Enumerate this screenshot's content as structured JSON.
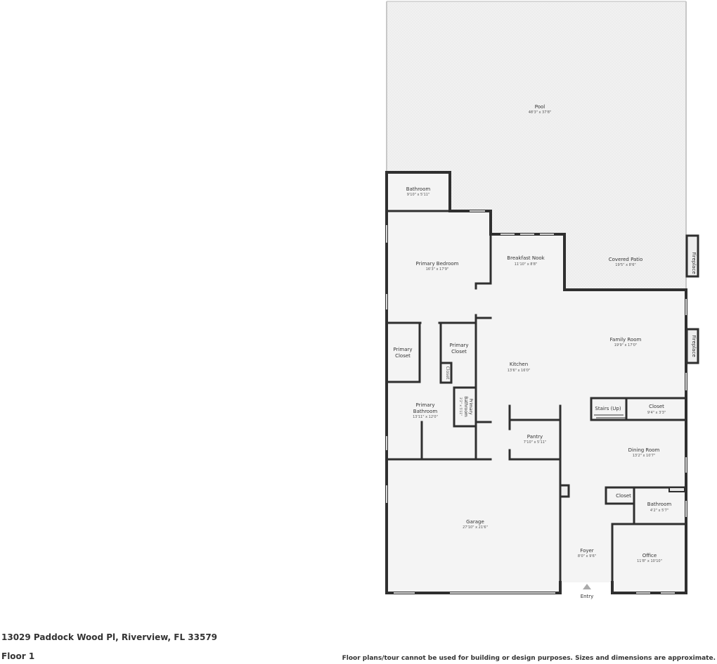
{
  "rooms": {
    "pool": {
      "name": "Pool",
      "dim": "48'3\" x 37'8\""
    },
    "bathroom_top": {
      "name": "Bathroom",
      "dim": "9'10\" x 5'11\""
    },
    "primary_bedroom": {
      "name": "Primary Bedroom",
      "dim": "16'3\" x 17'9\""
    },
    "breakfast_nook": {
      "name": "Breakfast Nook",
      "dim": "11'10\" x 8'8\""
    },
    "covered_patio": {
      "name": "Covered Patio",
      "dim": "19'5\" x 8'6\""
    },
    "fireplace_1": {
      "name": "Fireplace"
    },
    "fireplace_2": {
      "name": "Fireplace"
    },
    "family_room": {
      "name": "Family Room",
      "dim": "19'9\" x 17'0\""
    },
    "kitchen": {
      "name": "Kitchen",
      "dim": "13'6\" x 16'0\""
    },
    "primary_closet_left": {
      "line1": "Primary",
      "line2": "Closet"
    },
    "primary_closet_right": {
      "line1": "Primary",
      "line2": "Closet"
    },
    "closet_small": {
      "name": "Closet"
    },
    "primary_bathroom_small": {
      "line1": "Primary",
      "line2": "Bathroom",
      "dim": "3'2\" x 5'11\""
    },
    "primary_bathroom": {
      "line1": "Primary",
      "line2": "Bathroom",
      "dim": "13'11\" x 12'0\""
    },
    "stairs": {
      "name": "Stairs (Up)"
    },
    "closet_stairs": {
      "name": "Closet",
      "dim": "9'4\" x 3'3\""
    },
    "pantry": {
      "name": "Pantry",
      "dim": "7'10\" x 5'11\""
    },
    "dining_room": {
      "name": "Dining Room",
      "dim": "13'2\" x 10'7\""
    },
    "closet_bath": {
      "name": "Closet"
    },
    "bathroom_lower": {
      "name": "Bathroom",
      "dim": "4'2\" x 5'7\""
    },
    "garage": {
      "name": "Garage",
      "dim": "27'10\" x 21'6\""
    },
    "foyer": {
      "name": "Foyer",
      "dim": "8'0\" x 9'6\""
    },
    "office": {
      "name": "Office",
      "dim": "11'8\" x 10'10\""
    },
    "entry": {
      "name": "Entry"
    }
  },
  "footer": {
    "address": "13029 Paddock Wood Pl, Riverview, FL 33579",
    "floor": "Floor 1",
    "disclaimer": "Floor plans/tour cannot be used for building or design purposes. Sizes and dimensions are approximate."
  }
}
